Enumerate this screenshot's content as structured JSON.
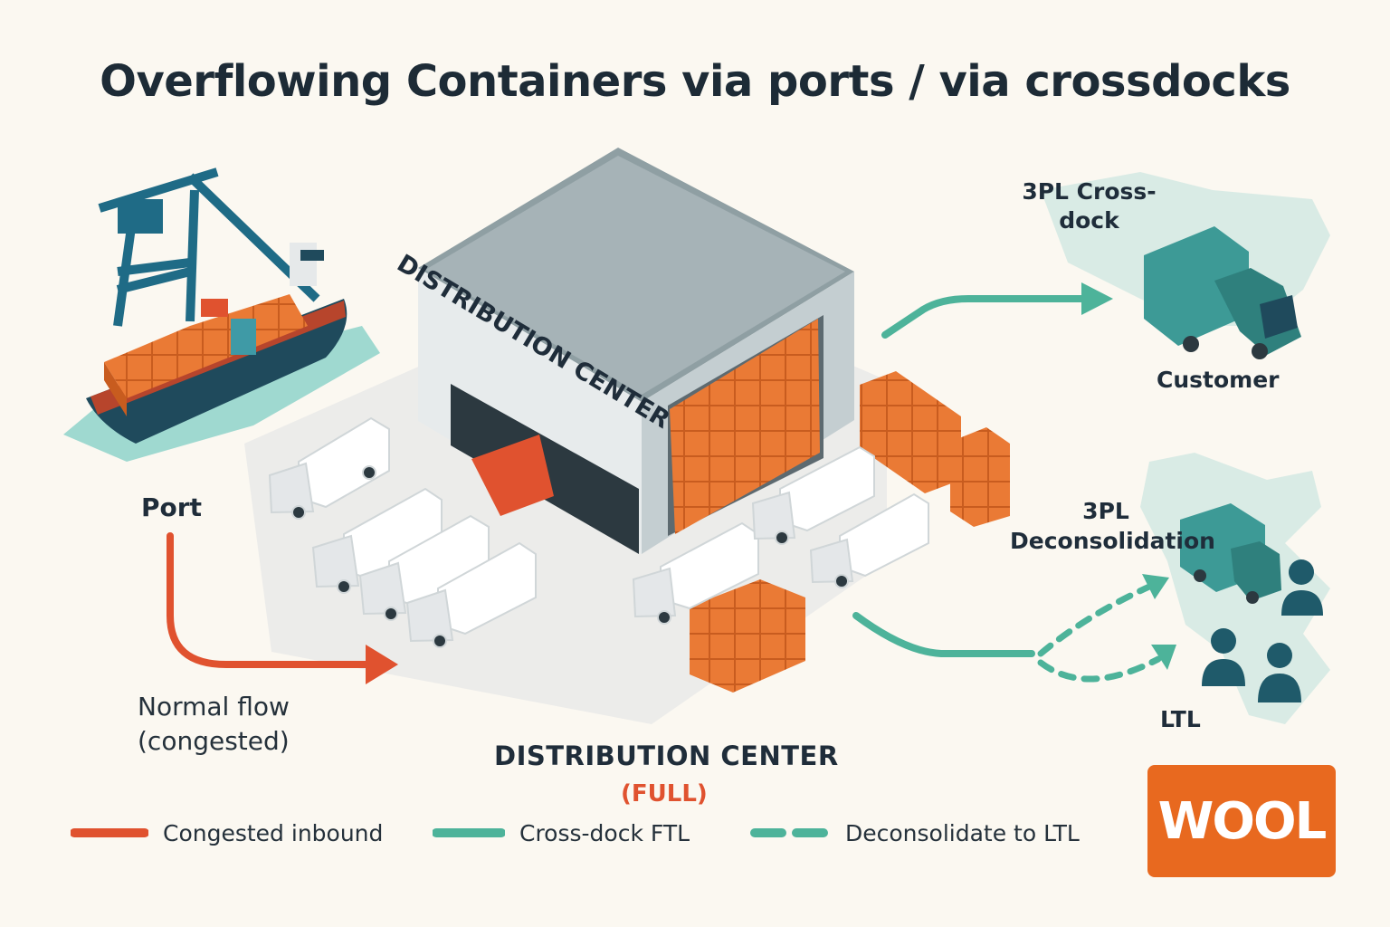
{
  "title": "Overflowing Containers via ports / via crossdocks",
  "labels": {
    "port": "Port",
    "normal_flow": "Normal flow (congested)",
    "building_sign": "DISTRIBUTION CENTER",
    "dc": "DISTRIBUTION CENTER",
    "full": "(FULL)",
    "crossdock": "3PL Cross-dock",
    "customer": "Customer",
    "decon": "3PL Deconsolidation",
    "ltl": "LTL"
  },
  "legend": [
    {
      "label": "Congested inbound",
      "color": "#e0522f",
      "style": "solid"
    },
    {
      "label": "Cross-dock FTL",
      "color": "#4db39a",
      "style": "solid"
    },
    {
      "label": "Deconsolidate to LTL",
      "color": "#4db39a",
      "style": "dashed"
    }
  ],
  "logo": {
    "text": "WOOL"
  },
  "colors": {
    "container_orange": "#ea7a35",
    "teal": "#2f6f86",
    "green_arrow": "#4db39a",
    "red_arrow": "#e0522f",
    "navy": "#1f4a5c"
  }
}
